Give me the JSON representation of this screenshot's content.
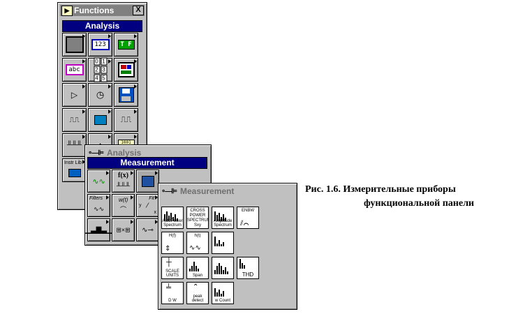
{
  "functions_window": {
    "title": "Functions",
    "close_label": "X",
    "section": "Analysis",
    "icons": [
      "analysis-icon",
      "numeric-123-icon",
      "boolean-tf-icon",
      "string-abc-icon",
      "array-icon",
      "cluster-icon",
      "comparison-icon",
      "time-dialog-icon",
      "file-io-icon",
      "communication-icon",
      "data-acquisition-icon",
      "instrument-io-icon",
      "analysis-wave-icon",
      "tutorial-icon",
      "binary-icon",
      "instr-lib-icon"
    ],
    "text_labels": {
      "numeric": "123",
      "boolean": "T F",
      "string": "abc",
      "array_cells": [
        "0",
        "1",
        "2",
        "3",
        "4",
        "5"
      ],
      "binary": "1001 0101",
      "instr_lib": "Instr Lib"
    }
  },
  "analysis_window": {
    "title": "Analysis",
    "section": "Measurement",
    "labels": {
      "fx": "f(x)",
      "filters": "Filters",
      "wt": "w(t)",
      "fit": "Fit",
      "y": "y",
      "x": "x"
    }
  },
  "measurement_window": {
    "title": "Measurement",
    "items": [
      {
        "id": "auto-power-spectrum",
        "label": "AutoPower Spectrum"
      },
      {
        "id": "cross-power-spectrum",
        "label": "CROSS POWER SPECTRUM",
        "sub": "Sxy"
      },
      {
        "id": "amplitude-spectrum",
        "label": "Amplitude Spectrum"
      },
      {
        "id": "enbw",
        "label": "ENBW"
      },
      {
        "id": "transfer-function",
        "label": "H(f)"
      },
      {
        "id": "impulse-response",
        "label": "h(t)"
      },
      {
        "id": "harmonic-analyzer",
        "label": ""
      },
      {
        "id": "scaled-window",
        "label": "SCALE UNITS"
      },
      {
        "id": "power-frequency-estimate",
        "label": "Span"
      },
      {
        "id": "network-functions",
        "label": ""
      },
      {
        "id": "thd",
        "label": "THD"
      },
      {
        "id": "scale-units",
        "label": "D W"
      },
      {
        "id": "peak-detect",
        "label": "peak detect"
      },
      {
        "id": "spectrum-unit-conversion",
        "label": "w Count"
      }
    ]
  },
  "caption": {
    "line1": "Рис. 1.6. Измерительные приборы",
    "line2": "функциональной панели"
  }
}
